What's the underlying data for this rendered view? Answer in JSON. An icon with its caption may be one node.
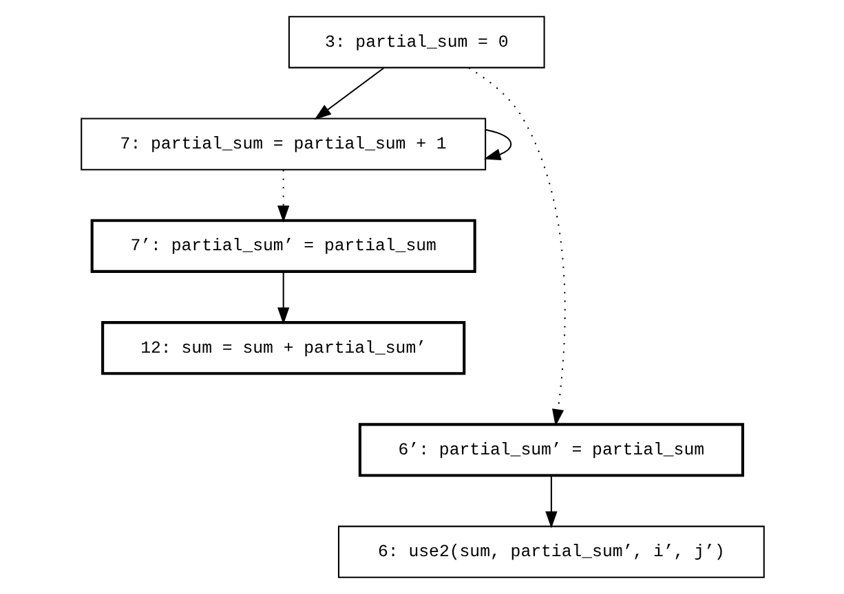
{
  "diagram": {
    "nodes": [
      {
        "text": [
          "3: partial_sum = 0"
        ]
      },
      {
        "text": [
          "7: partial_sum = partial_sum + 1"
        ]
      },
      {
        "text": [
          "7’: partial_sum’ = partial_sum"
        ]
      },
      {
        "text": [
          "12: sum = sum + partial_sum’"
        ]
      },
      {
        "text": [
          "6’: partial_sum’ = partial_sum"
        ]
      },
      {
        "text": [
          "6: use2(sum, partial_sum’, i’, j’)"
        ]
      }
    ],
    "edges": [
      {
        "from": 0,
        "to": 1,
        "arrow": "to"
      },
      {
        "from": 1,
        "to": 1,
        "arrow": "to"
      },
      {
        "from": 1,
        "to": 2,
        "arrow": "to",
        "style": "dashed"
      },
      {
        "from": 2,
        "to": 3,
        "arrow": "to"
      },
      {
        "from": 0,
        "to": 4,
        "arrow": "to",
        "style": "dashed"
      },
      {
        "from": 4,
        "to": 5,
        "arrow": "to"
      }
    ]
  }
}
